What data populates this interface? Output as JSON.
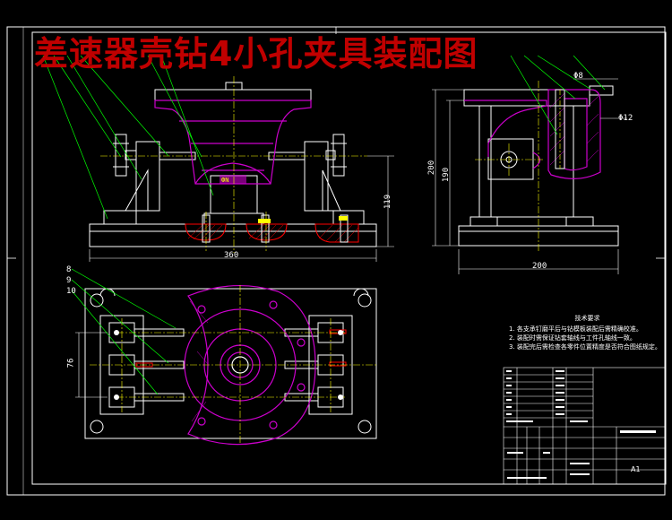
{
  "drawing": {
    "title": "差速器壳钻4小孔夹具装配图",
    "sheet_size": "A1"
  },
  "dimensions": {
    "front_width": "360",
    "front_height": "119",
    "side_height_overall": "200",
    "side_height_inner": "190",
    "side_width": "200",
    "side_dia_top": "Φ8",
    "side_dia_right": "Φ12",
    "top_height": "76",
    "plate_label": "ФN"
  },
  "leaders": {
    "top_view_numbers": [
      "8",
      "9",
      "10"
    ]
  },
  "notes": {
    "title": "技术要求",
    "lines": [
      "1. 各支承钉磨平后与钻模板装配后需精确校准。",
      "2. 装配时需保证钻套轴线与工件孔轴线一致。",
      "3. 装配完后需检查各零件位置精度是否符合图纸规定。"
    ]
  },
  "colors": {
    "line": "#ffffff",
    "part": "#cc00cc",
    "center": "#ffff00",
    "green": "#00ff00",
    "red": "#ff0000",
    "title": "#c00000"
  }
}
